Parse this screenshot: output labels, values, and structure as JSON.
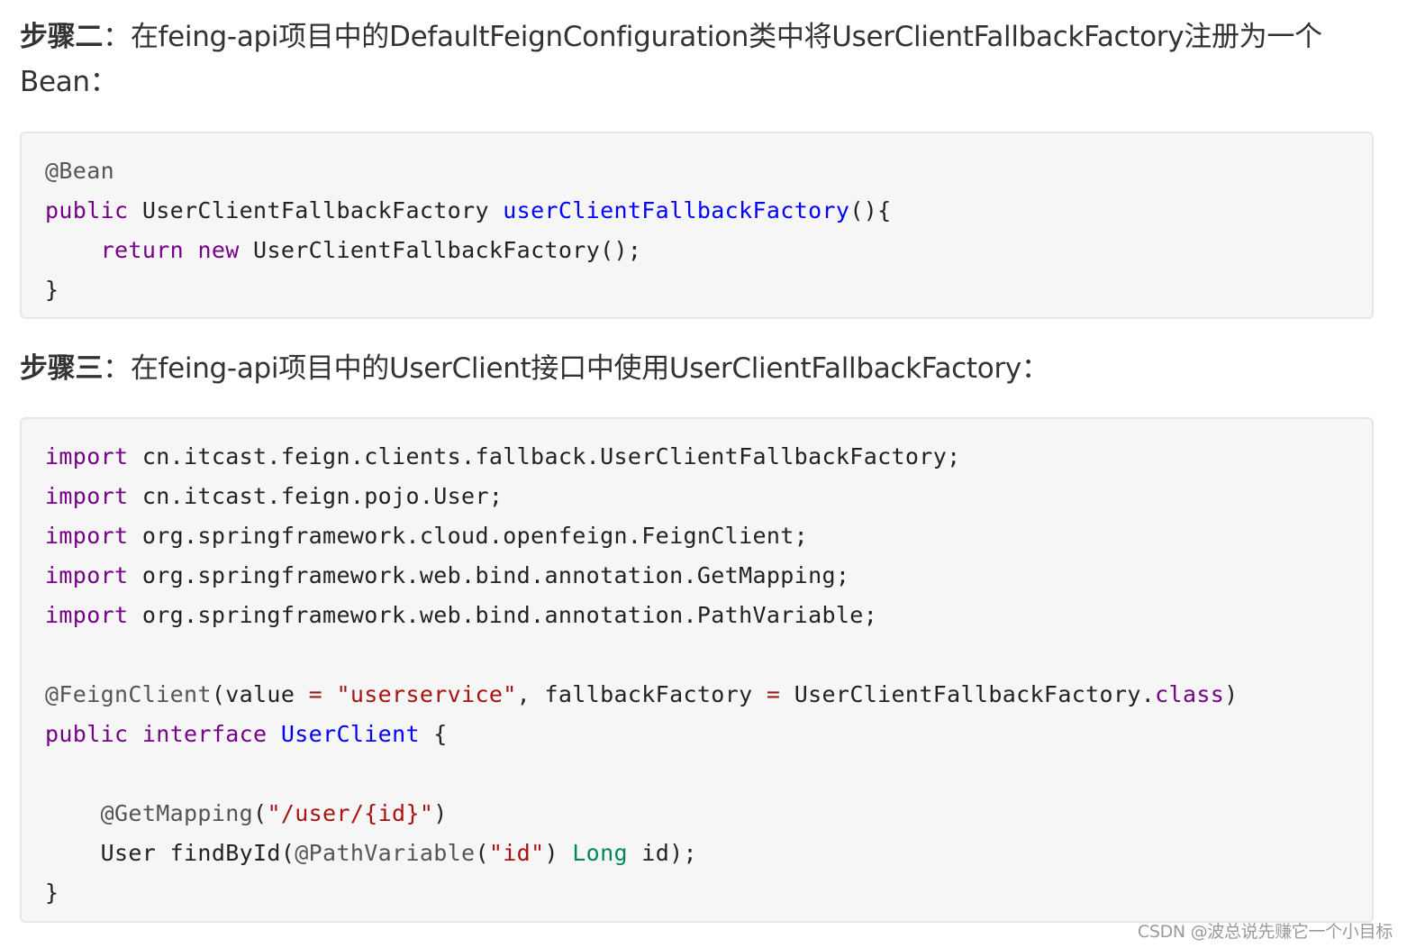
{
  "step2": {
    "label": "步骤二",
    "colon": "：",
    "text": "在feing-api项目中的DefaultFeignConfiguration类中将UserClientFallbackFactory注册为一个Bean："
  },
  "code1": {
    "lines": [
      [
        {
          "t": "@Bean",
          "c": "an"
        }
      ],
      [
        {
          "t": "public",
          "c": "kw"
        },
        {
          "t": " UserClientFallbackFactory ",
          "c": "plain"
        },
        {
          "t": "userClientFallbackFactory",
          "c": "def"
        },
        {
          "t": "(){",
          "c": "plain"
        }
      ],
      [
        {
          "t": "    ",
          "c": "plain"
        },
        {
          "t": "return",
          "c": "kw"
        },
        {
          "t": " ",
          "c": "plain"
        },
        {
          "t": "new",
          "c": "kw"
        },
        {
          "t": " UserClientFallbackFactory();",
          "c": "plain"
        }
      ],
      [
        {
          "t": "}",
          "c": "plain"
        }
      ]
    ]
  },
  "step3": {
    "label": "步骤三",
    "colon": "：",
    "text": "在feing-api项目中的UserClient接口中使用UserClientFallbackFactory："
  },
  "code2": {
    "lines": [
      [
        {
          "t": "import",
          "c": "kw"
        },
        {
          "t": " cn.itcast.feign.clients.fallback.UserClientFallbackFactory;",
          "c": "plain"
        }
      ],
      [
        {
          "t": "import",
          "c": "kw"
        },
        {
          "t": " cn.itcast.feign.pojo.User;",
          "c": "plain"
        }
      ],
      [
        {
          "t": "import",
          "c": "kw"
        },
        {
          "t": " org.springframework.cloud.openfeign.FeignClient;",
          "c": "plain"
        }
      ],
      [
        {
          "t": "import",
          "c": "kw"
        },
        {
          "t": " org.springframework.web.bind.annotation.GetMapping;",
          "c": "plain"
        }
      ],
      [
        {
          "t": "import",
          "c": "kw"
        },
        {
          "t": " org.springframework.web.bind.annotation.PathVariable;",
          "c": "plain"
        }
      ],
      [],
      [
        {
          "t": "@FeignClient",
          "c": "an"
        },
        {
          "t": "(value ",
          "c": "plain"
        },
        {
          "t": "=",
          "c": "op"
        },
        {
          "t": " ",
          "c": "plain"
        },
        {
          "t": "\"userservice\"",
          "c": "str"
        },
        {
          "t": ", fallbackFactory ",
          "c": "plain"
        },
        {
          "t": "=",
          "c": "op"
        },
        {
          "t": " UserClientFallbackFactory.",
          "c": "plain"
        },
        {
          "t": "class",
          "c": "kw"
        },
        {
          "t": ")",
          "c": "plain"
        }
      ],
      [
        {
          "t": "public",
          "c": "kw"
        },
        {
          "t": " ",
          "c": "plain"
        },
        {
          "t": "interface",
          "c": "kw"
        },
        {
          "t": " ",
          "c": "plain"
        },
        {
          "t": "UserClient",
          "c": "def"
        },
        {
          "t": " {",
          "c": "plain"
        }
      ],
      [],
      [
        {
          "t": "    ",
          "c": "plain"
        },
        {
          "t": "@GetMapping",
          "c": "an"
        },
        {
          "t": "(",
          "c": "plain"
        },
        {
          "t": "\"/user/{id}\"",
          "c": "str"
        },
        {
          "t": ")",
          "c": "plain"
        }
      ],
      [
        {
          "t": "    User findById(",
          "c": "plain"
        },
        {
          "t": "@PathVariable",
          "c": "an"
        },
        {
          "t": "(",
          "c": "plain"
        },
        {
          "t": "\"id\"",
          "c": "str"
        },
        {
          "t": ") ",
          "c": "plain"
        },
        {
          "t": "Long",
          "c": "type"
        },
        {
          "t": " id);",
          "c": "plain"
        }
      ],
      [
        {
          "t": "}",
          "c": "plain"
        }
      ]
    ]
  },
  "watermark": "CSDN @波总说先赚它一个小目标",
  "colors": {
    "keyword": "#770088",
    "annotation": "#555555",
    "definition": "#0000ff",
    "string": "#aa1111",
    "type": "#008855",
    "operator": "#981a1a",
    "code_background": "#f6f6f6",
    "code_border": "#e6e6e6",
    "body_text": "#333333"
  }
}
